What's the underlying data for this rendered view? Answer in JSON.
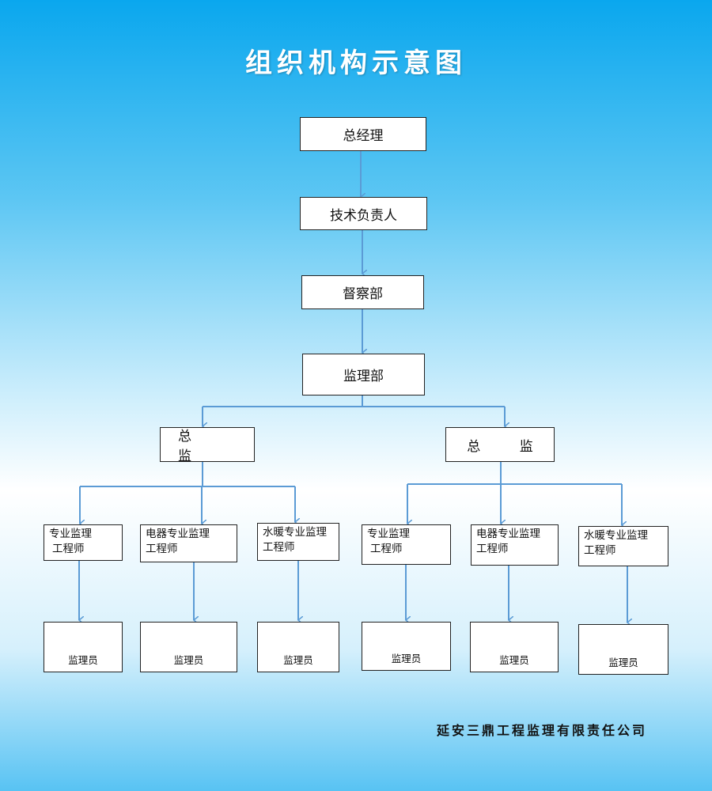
{
  "title": "组织机构示意图",
  "org": {
    "general_manager": "总经理",
    "technical_lead": "技术负责人",
    "supervision_dept": "督察部",
    "supervision_office": "监理部",
    "chief_supervisor_left": "总 监",
    "chief_supervisor_right": "总 监",
    "engineers": [
      {
        "line1": "专业监理",
        "line2": "工程师"
      },
      {
        "line1": "电器专业监理",
        "line2": "工程师"
      },
      {
        "line1": "水暖专业监理",
        "line2": "工程师"
      },
      {
        "line1": "专业监理",
        "line2": "工程师"
      },
      {
        "line1": "电器专业监理",
        "line2": "工程师"
      },
      {
        "line1": "水暖专业监理",
        "line2": "工程师"
      }
    ],
    "inspectors": [
      "监理员",
      "监理员",
      "监理员",
      "监理员",
      "监理员",
      "监理员"
    ]
  },
  "company": "延安三鼎工程监理有限责任公司",
  "colors": {
    "connector": "#5b9bd5",
    "box_border": "#222222",
    "title": "#ffffff"
  }
}
